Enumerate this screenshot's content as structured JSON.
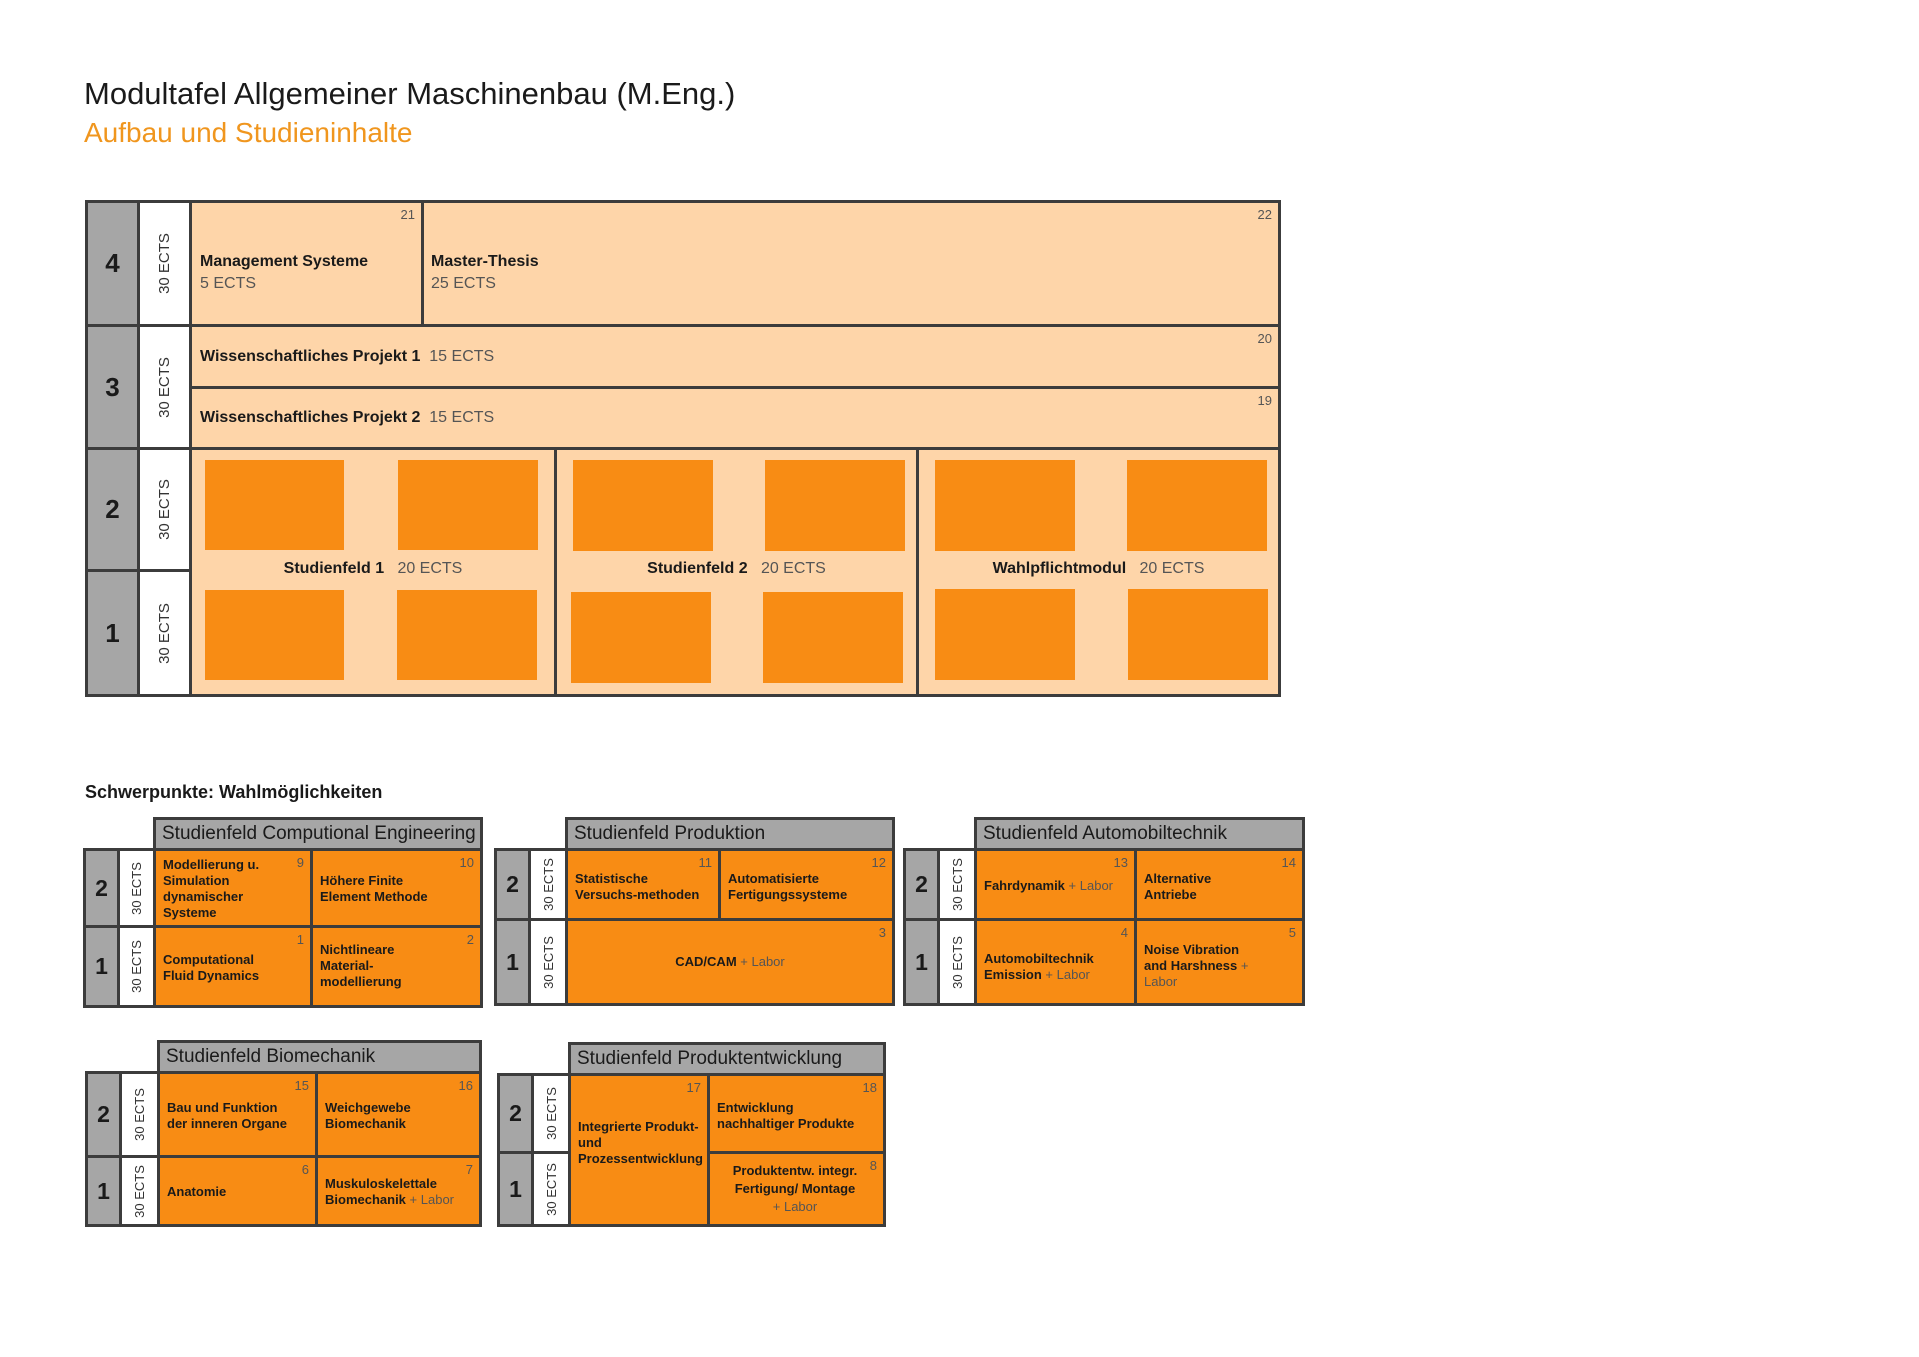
{
  "title": "Modultafel Allgemeiner Maschinenbau (M.Eng.)",
  "subtitle": "Aufbau und Studieninhalte",
  "colors": {
    "accent": "#f0961e",
    "module_orange": "#f88c14",
    "module_peach": "#fed5a9",
    "semester_gray": "#a6a6a6",
    "border": "#3c3c3c"
  },
  "main": {
    "semesters": [
      "4",
      "3",
      "2",
      "1"
    ],
    "ects_label": "30 ECTS",
    "modules": {
      "management": {
        "name": "Management Systeme",
        "ects": "5 ECTS",
        "num": "21"
      },
      "thesis": {
        "name": "Master-Thesis",
        "ects": "25 ECTS",
        "num": "22"
      },
      "wp1": {
        "name": "Wissenschaftliches Projekt 1",
        "ects": "15 ECTS",
        "num": "20"
      },
      "wp2": {
        "name": "Wissenschaftliches Projekt 2",
        "ects": "15 ECTS",
        "num": "19"
      }
    },
    "fields": [
      {
        "name": "Studienfeld 1",
        "ects": "20 ECTS"
      },
      {
        "name": "Studienfeld 2",
        "ects": "20 ECTS"
      },
      {
        "name": "Wahlpflichtmodul",
        "ects": "20 ECTS"
      }
    ]
  },
  "schwerpunkte": {
    "heading": "Schwerpunkte: Wahlmöglichkeiten",
    "ects_label": "30 ECTS",
    "sem2": "2",
    "sem1": "1",
    "labor": "+ Labor",
    "ce": {
      "title": "Studienfeld Computional Engineering",
      "m9": {
        "num": "9",
        "name": "Modellierung u. Simulation dynamischer Systeme"
      },
      "m10": {
        "num": "10",
        "name": "Höhere Finite Element Methode"
      },
      "m1": {
        "num": "1",
        "name": "Computational Fluid Dynamics"
      },
      "m2": {
        "num": "2",
        "name": "Nichtlineare Material-modellierung"
      }
    },
    "prod": {
      "title": "Studienfeld Produktion",
      "m11": {
        "num": "11",
        "name": "Statistische Versuchs-methoden"
      },
      "m12": {
        "num": "12",
        "name": "Automatisierte Fertigungssysteme"
      },
      "m3": {
        "num": "3",
        "name": "CAD/CAM"
      }
    },
    "auto": {
      "title": "Studienfeld Automobiltechnik",
      "m13": {
        "num": "13",
        "name": "Fahrdynamik"
      },
      "m14": {
        "num": "14",
        "name": "Alternative Antriebe"
      },
      "m4": {
        "num": "4",
        "name": "Automobiltechnik Emission"
      },
      "m5": {
        "num": "5",
        "name": "Noise Vibration and Harshness"
      }
    },
    "bio": {
      "title": "Studienfeld Biomechanik",
      "m15": {
        "num": "15",
        "name": "Bau und Funktion der inneren Organe"
      },
      "m16": {
        "num": "16",
        "name": "Weichgewebe Biomechanik"
      },
      "m6": {
        "num": "6",
        "name": "Anatomie"
      },
      "m7": {
        "num": "7",
        "name": "Muskuloskelettale Biomechanik"
      }
    },
    "pe": {
      "title": "Studienfeld Produktentwicklung",
      "m17": {
        "num": "17",
        "name": "Integrierte Produkt- und Prozessentwicklung"
      },
      "m18": {
        "num": "18",
        "name": "Entwicklung nachhaltiger Produkte"
      },
      "m8": {
        "num": "8",
        "name": "Produktentw. integr. Fertigung/ Montage"
      }
    }
  }
}
